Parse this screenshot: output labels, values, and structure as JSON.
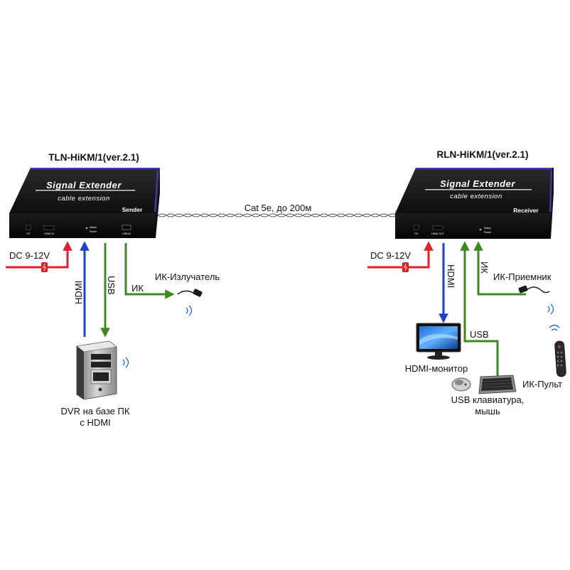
{
  "sender": {
    "model": "TLN-HiKM/1(ver.2.1)",
    "brand": "Signal Extender",
    "subtitle": "cable extension",
    "role": "Sender",
    "ports": {
      "dc": "DC",
      "hdmi": "HDMI IN",
      "status": "Status",
      "power": "Power",
      "usb": "USB IN"
    }
  },
  "receiver": {
    "model": "RLN-HiKM/1(ver.2.1)",
    "brand": "Signal Extender",
    "subtitle": "cable extension",
    "role": "Receiver",
    "ports": {
      "dc": "DC",
      "hdmi": "HDMI OUT",
      "status": "Status",
      "power": "Power"
    }
  },
  "cable_label": "Cat 5e, до 200м",
  "left": {
    "power": "DC 9-12V",
    "hdmi": "HDMI",
    "usb": "USB",
    "ir": "ИК",
    "ir_device": "ИК-Излучатель",
    "pc_line1": "DVR на базе ПК",
    "pc_line2": "с HDMI"
  },
  "right": {
    "power": "DC 9-12V",
    "hdmi": "HDMI",
    "ir": "ИК",
    "ir_device": "ИК-Приемник",
    "usb": "USB",
    "monitor": "HDMI-монитор",
    "remote": "ИК-Пульт",
    "kb_line1": "USB клавиатура,",
    "kb_line2": "мышь"
  },
  "colors": {
    "power_arrow": "#e41e26",
    "hdmi_arrow": "#1f3fcf",
    "usb_arrow": "#3c8a1f",
    "ir_arrow": "#3c8a1f",
    "box_body": "#1a1a1a",
    "box_accent": "#3b3fc0"
  }
}
